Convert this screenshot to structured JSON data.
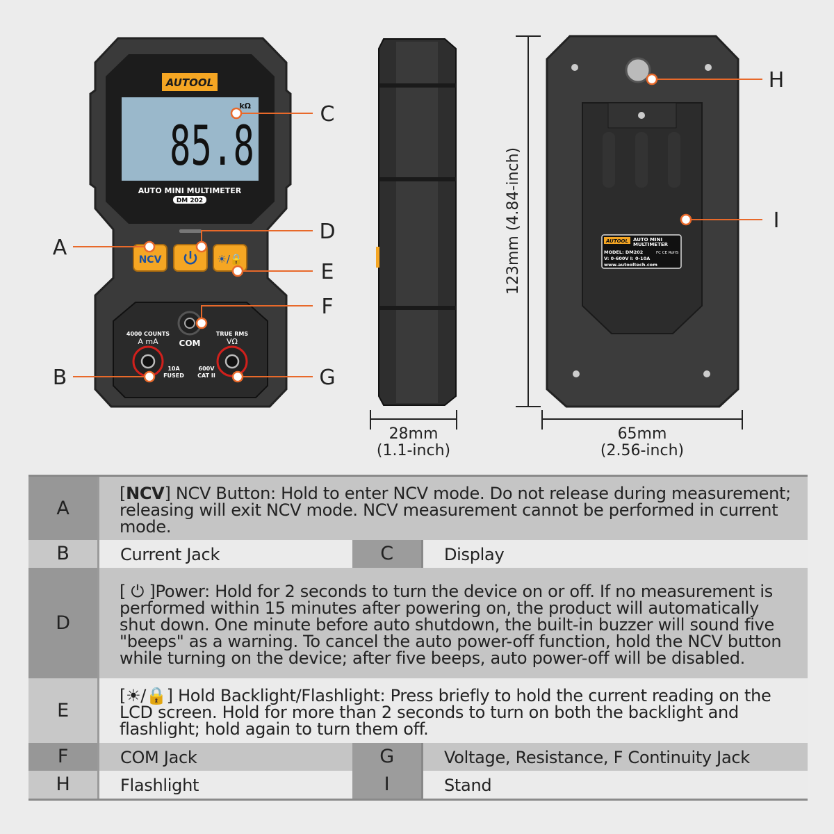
{
  "device": {
    "brand": "AUTOOL",
    "reading": "85.8",
    "unit": "kΩ",
    "name": "AUTO MINI MULTIMETER",
    "model": "DM 202",
    "ncv_label": "NCV",
    "counts": "4000 COUNTS",
    "amps": "A mA",
    "com": "COM",
    "true_rms": "TRUE RMS",
    "volt_ohm": "VΩ",
    "fused_a": "10A",
    "fused_b": "FUSED",
    "cat_a": "600V",
    "cat_b": "CAT II",
    "back_label": {
      "brand": "AUTOOL",
      "title_a": "AUTO MINI",
      "title_b": "MULTIMETER",
      "model": "MODEL: DM202",
      "spec": "V: 0-600V   I: 0-10A",
      "cert": "FC CE RoHS",
      "url": "www.autooltech.com"
    }
  },
  "callouts": {
    "A": "A",
    "B": "B",
    "C": "C",
    "D": "D",
    "E": "E",
    "F": "F",
    "G": "G",
    "H": "H",
    "I": "I"
  },
  "dimensions": {
    "height": "123mm (4.84-inch)",
    "depth_mm": "28mm",
    "depth_in": "(1.1-inch)",
    "width_mm": "65mm",
    "width_in": "(2.56-inch)"
  },
  "colors": {
    "accent": "#e8692a",
    "button": "#f5a623",
    "body": "#2d2d2d"
  },
  "table": {
    "A": {
      "key": "A",
      "tag": "NCV",
      "text": " NCV Button: Hold to enter NCV mode. Do not release during measurement; releasing will exit NCV mode. NCV measurement cannot be performed in current mode."
    },
    "B": {
      "key": "B",
      "text": "Current Jack"
    },
    "C": {
      "key": "C",
      "text": "Display"
    },
    "D": {
      "key": "D",
      "text": "]Power: Hold for 2 seconds to turn the device on or off. If no measurement is performed within 15 minutes after powering on, the product will automatically shut down. One minute before auto shutdown, the built-in buzzer will sound five \"beeps\" as a warning. To cancel the auto power-off function, hold the NCV button while turning on the device; after five beeps, auto power-off will be disabled."
    },
    "E": {
      "key": "E",
      "text": "] Hold Backlight/Flashlight: Press briefly to hold the current reading on the LCD screen. Hold for more than 2 seconds to turn on both the backlight and flashlight; hold again to turn them off."
    },
    "F": {
      "key": "F",
      "text": "COM Jack"
    },
    "G": {
      "key": "G",
      "text": "Voltage, Resistance, F Continuity Jack"
    },
    "H": {
      "key": "H",
      "text": "Flashlight"
    },
    "I": {
      "key": "I",
      "text": "Stand"
    }
  }
}
